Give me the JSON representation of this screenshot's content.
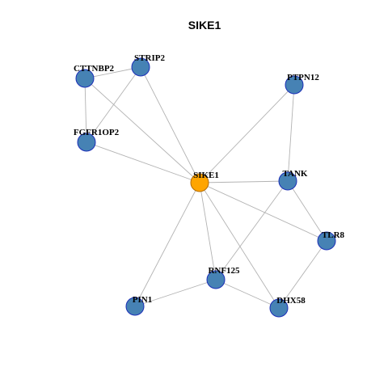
{
  "title": "SIKE1",
  "colors": {
    "node_fill": "#4682b4",
    "node_stroke": "#1c2fb8",
    "center_fill": "#ffa500",
    "center_stroke": "#b36b00",
    "edge": "#b3b3b3"
  },
  "nodes": [
    {
      "id": "SIKE1",
      "label": "SIKE1",
      "center": true
    },
    {
      "id": "CTTNBP2",
      "label": "CTTNBP2",
      "center": false
    },
    {
      "id": "STRIP2",
      "label": "STRIP2",
      "center": false
    },
    {
      "id": "PTPN12",
      "label": "PTPN12",
      "center": false
    },
    {
      "id": "FGFR1OP2",
      "label": "FGFR1OP2",
      "center": false
    },
    {
      "id": "TANK",
      "label": "TANK",
      "center": false
    },
    {
      "id": "TLR8",
      "label": "TLR8",
      "center": false
    },
    {
      "id": "RNF125",
      "label": "RNF125",
      "center": false
    },
    {
      "id": "PIN1",
      "label": "PIN1",
      "center": false
    },
    {
      "id": "DHX58",
      "label": "DHX58",
      "center": false
    }
  ],
  "edges": [
    [
      "CTTNBP2",
      "STRIP2"
    ],
    [
      "CTTNBP2",
      "FGFR1OP2"
    ],
    [
      "CTTNBP2",
      "SIKE1"
    ],
    [
      "STRIP2",
      "FGFR1OP2"
    ],
    [
      "STRIP2",
      "SIKE1"
    ],
    [
      "FGFR1OP2",
      "SIKE1"
    ],
    [
      "PTPN12",
      "SIKE1"
    ],
    [
      "PTPN12",
      "TANK"
    ],
    [
      "SIKE1",
      "TANK"
    ],
    [
      "SIKE1",
      "TLR8"
    ],
    [
      "SIKE1",
      "RNF125"
    ],
    [
      "SIKE1",
      "PIN1"
    ],
    [
      "SIKE1",
      "DHX58"
    ],
    [
      "TANK",
      "TLR8"
    ],
    [
      "TANK",
      "RNF125"
    ],
    [
      "TLR8",
      "DHX58"
    ],
    [
      "RNF125",
      "PIN1"
    ],
    [
      "RNF125",
      "DHX58"
    ]
  ]
}
